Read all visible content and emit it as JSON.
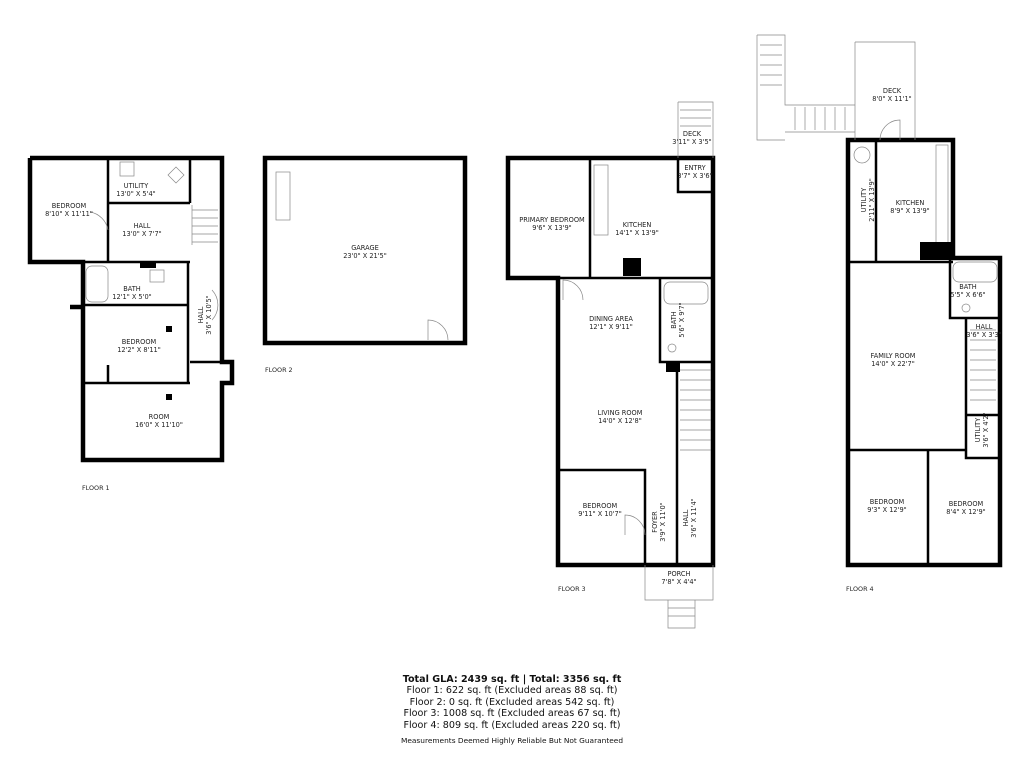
{
  "floors": [
    {
      "label": "FLOOR 1",
      "rooms": [
        {
          "name": "BEDROOM",
          "dims": "8'10\" X 11'11\""
        },
        {
          "name": "UTILITY",
          "dims": "13'0\" X 5'4\""
        },
        {
          "name": "HALL",
          "dims": "13'0\" X 7'7\""
        },
        {
          "name": "BATH",
          "dims": "12'1\" X 5'0\""
        },
        {
          "name": "HALL",
          "dims": "3'6\" X 10'5\""
        },
        {
          "name": "BEDROOM",
          "dims": "12'2\" X 8'11\""
        },
        {
          "name": "ROOM",
          "dims": "16'0\" X 11'10\""
        }
      ]
    },
    {
      "label": "FLOOR 2",
      "rooms": [
        {
          "name": "GARAGE",
          "dims": "23'0\" X 21'5\""
        }
      ]
    },
    {
      "label": "FLOOR 3",
      "rooms": [
        {
          "name": "DECK",
          "dims": "3'11\" X 3'5\""
        },
        {
          "name": "ENTRY",
          "dims": "3'7\" X 3'6\""
        },
        {
          "name": "PRIMARY BEDROOM",
          "dims": "9'6\" X 13'9\""
        },
        {
          "name": "KITCHEN",
          "dims": "14'1\" X 13'9\""
        },
        {
          "name": "DINING AREA",
          "dims": "12'1\" X 9'11\""
        },
        {
          "name": "BATH",
          "dims": "5'6\" X 9'7\""
        },
        {
          "name": "LIVING ROOM",
          "dims": "14'0\" X 12'8\""
        },
        {
          "name": "BEDROOM",
          "dims": "9'11\" X 10'7\""
        },
        {
          "name": "FOYER",
          "dims": "3'9\" X 11'0\""
        },
        {
          "name": "HALL",
          "dims": "3'6\" X 11'4\""
        },
        {
          "name": "PORCH",
          "dims": "7'8\" X 4'4\""
        }
      ]
    },
    {
      "label": "FLOOR 4",
      "rooms": [
        {
          "name": "DECK",
          "dims": "8'0\" X 11'1\""
        },
        {
          "name": "UTILITY",
          "dims": "2'11\" X 13'9\""
        },
        {
          "name": "KITCHEN",
          "dims": "8'9\" X 13'9\""
        },
        {
          "name": "BATH",
          "dims": "5'5\" X 6'6\""
        },
        {
          "name": "HALL",
          "dims": "3'6\" X 3'3\""
        },
        {
          "name": "FAMILY ROOM",
          "dims": "14'0\" X 22'7\""
        },
        {
          "name": "UTILITY",
          "dims": "3'6\" X 4'2\""
        },
        {
          "name": "BEDROOM",
          "dims": "9'3\" X 12'9\""
        },
        {
          "name": "BEDROOM",
          "dims": "8'4\" X 12'9\""
        }
      ]
    }
  ],
  "summary": {
    "headline": "Total GLA: 2439 sq. ft | Total: 3356 sq. ft",
    "lines": [
      "Floor 1: 622 sq. ft (Excluded areas 88 sq. ft)",
      "Floor 2: 0 sq. ft (Excluded areas 542 sq. ft)",
      "Floor 3: 1008 sq. ft (Excluded areas 67 sq. ft)",
      "Floor 4: 809 sq. ft (Excluded areas 220 sq. ft)"
    ],
    "disclaimer": "Measurements Deemed Highly Reliable But Not Guaranteed"
  }
}
